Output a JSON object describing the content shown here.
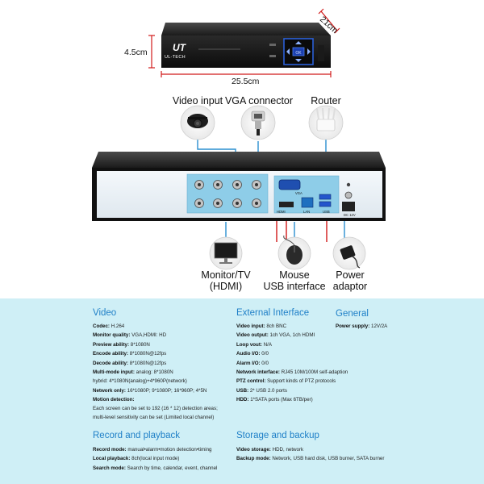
{
  "top": {
    "brand": "UL-TECH",
    "brand_mark": "UT",
    "dims": {
      "height": "4.5cm",
      "width": "25.5cm",
      "depth": "21cm"
    },
    "front_ok": "OK",
    "callouts": {
      "video_input": "Video input",
      "vga_connector": "VGA connector",
      "router": "Router",
      "monitor_line1": "Monitor/TV",
      "monitor_line2": "(HDMI)",
      "mouse_line1": "Mouse",
      "mouse_line2": "USB interface",
      "power_line1": "Power",
      "power_line2": "adaptor"
    },
    "rear_labels": {
      "vga": "VGA",
      "hdmi": "HDMI",
      "lan": "LAN",
      "usb": "USB",
      "dc": "DC 12V"
    }
  },
  "colors": {
    "accent_heading": "#1e7fc7",
    "specs_bg": "#cfeff6",
    "port_blue": "#8ecde8",
    "line_blue": "#2a8fcf",
    "marker_red": "#d11a1a"
  },
  "specs": {
    "video": {
      "title": "Video",
      "rows": [
        {
          "k": "Codec:",
          "v": "H.264"
        },
        {
          "k": "Monitor quality:",
          "v": "VGA,HDMI: HD"
        },
        {
          "k": "Preview ability:",
          "v": "8*1080N"
        },
        {
          "k": "Encode ability:",
          "v": "8*1080N@12fps"
        },
        {
          "k": "Decode ability:",
          "v": "8*1080N@12fps"
        },
        {
          "k": "Multi-mode input:",
          "v": "analog: 8*1080N"
        },
        {
          "k": "",
          "v": "hybrid: 4*1080N(analog)+4*960P(network)"
        },
        {
          "k": "Network only:",
          "v": "16*1080P; 9*1080P; 16*960P; 4*5N"
        },
        {
          "k": "Motion detection:",
          "v": ""
        }
      ],
      "notes": [
        "Each screen can be set to 192 (16 * 12) detection areas;",
        "multi-level sensitivity can be set (Limited local channel)"
      ]
    },
    "external": {
      "title": "External Interface",
      "rows": [
        {
          "k": "Video input:",
          "v": "8ch BNC"
        },
        {
          "k": "Video output:",
          "v": "1ch VGA, 1ch HDMI"
        },
        {
          "k": "Loop vout:",
          "v": "N/A"
        },
        {
          "k": "Audio I/O:",
          "v": "0/0"
        },
        {
          "k": "Alarm I/O:",
          "v": "0/0"
        },
        {
          "k": "Network interface:",
          "v": "RJ45 10M/100M self-adaption"
        },
        {
          "k": "PTZ control:",
          "v": "Support kinds of PTZ protocols"
        },
        {
          "k": "USB:",
          "v": "2* USB 2.0 ports"
        },
        {
          "k": "HDD:",
          "v": "1*SATA ports (Max 6TB/per)"
        }
      ]
    },
    "general": {
      "title": "General",
      "rows": [
        {
          "k": "Power supply:",
          "v": "12V/2A"
        }
      ]
    },
    "record": {
      "title": "Record and playback",
      "rows": [
        {
          "k": "Record mode:",
          "v": "manual•alarm•motion detection•timing"
        },
        {
          "k": "Local playback:",
          "v": "8ch(local input mode)"
        },
        {
          "k": "Search mode:",
          "v": "Search by time, calendar, event, channel"
        }
      ]
    },
    "storage": {
      "title": "Storage and backup",
      "rows": [
        {
          "k": "Video storage:",
          "v": "HDD, network"
        },
        {
          "k": "Backup mode:",
          "v": "Network, USB hard disk, USB burner, SATA burner"
        }
      ]
    }
  }
}
